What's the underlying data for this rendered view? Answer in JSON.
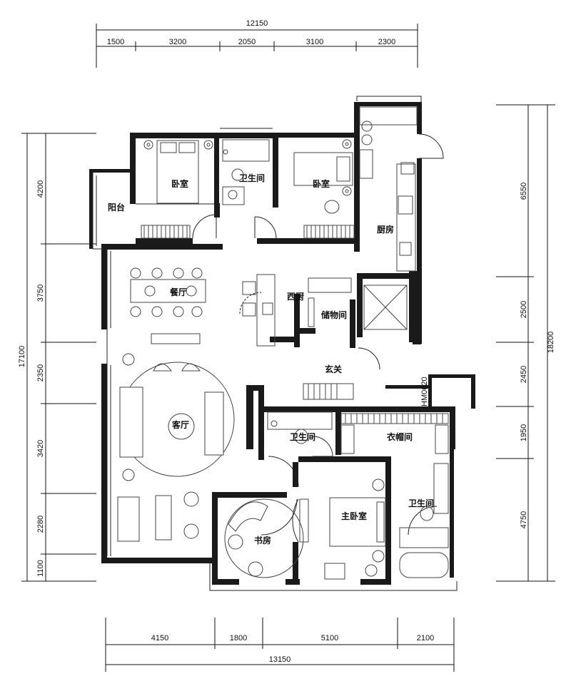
{
  "dimensions": {
    "top_total": "12150",
    "top_segments": [
      "1500",
      "3200",
      "2050",
      "3100",
      "2300"
    ],
    "bottom_total": "13150",
    "bottom_segments": [
      "4150",
      "1800",
      "5100",
      "2100"
    ],
    "left_total": "17100",
    "left_segments": [
      "4200",
      "3750",
      "2350",
      "3420",
      "2280",
      "1100"
    ],
    "right_total": "18200",
    "right_segments": [
      "6550",
      "2500",
      "2450",
      "1950",
      "4750"
    ]
  },
  "rooms": {
    "bedroom_left": "卧室",
    "bathroom_top": "卫生间",
    "bedroom_right": "卧室",
    "balcony": "阳台",
    "kitchen": "厨房",
    "dining": "餐厅",
    "western_kitchen": "西厨",
    "storage": "储物间",
    "foyer": "玄关",
    "living": "客厅",
    "bathroom_mid": "卫生间",
    "cloakroom": "衣帽间",
    "bathroom_master": "卫生间",
    "master_bedroom": "主卧室",
    "study": "书房"
  },
  "annotation": "HM0620"
}
